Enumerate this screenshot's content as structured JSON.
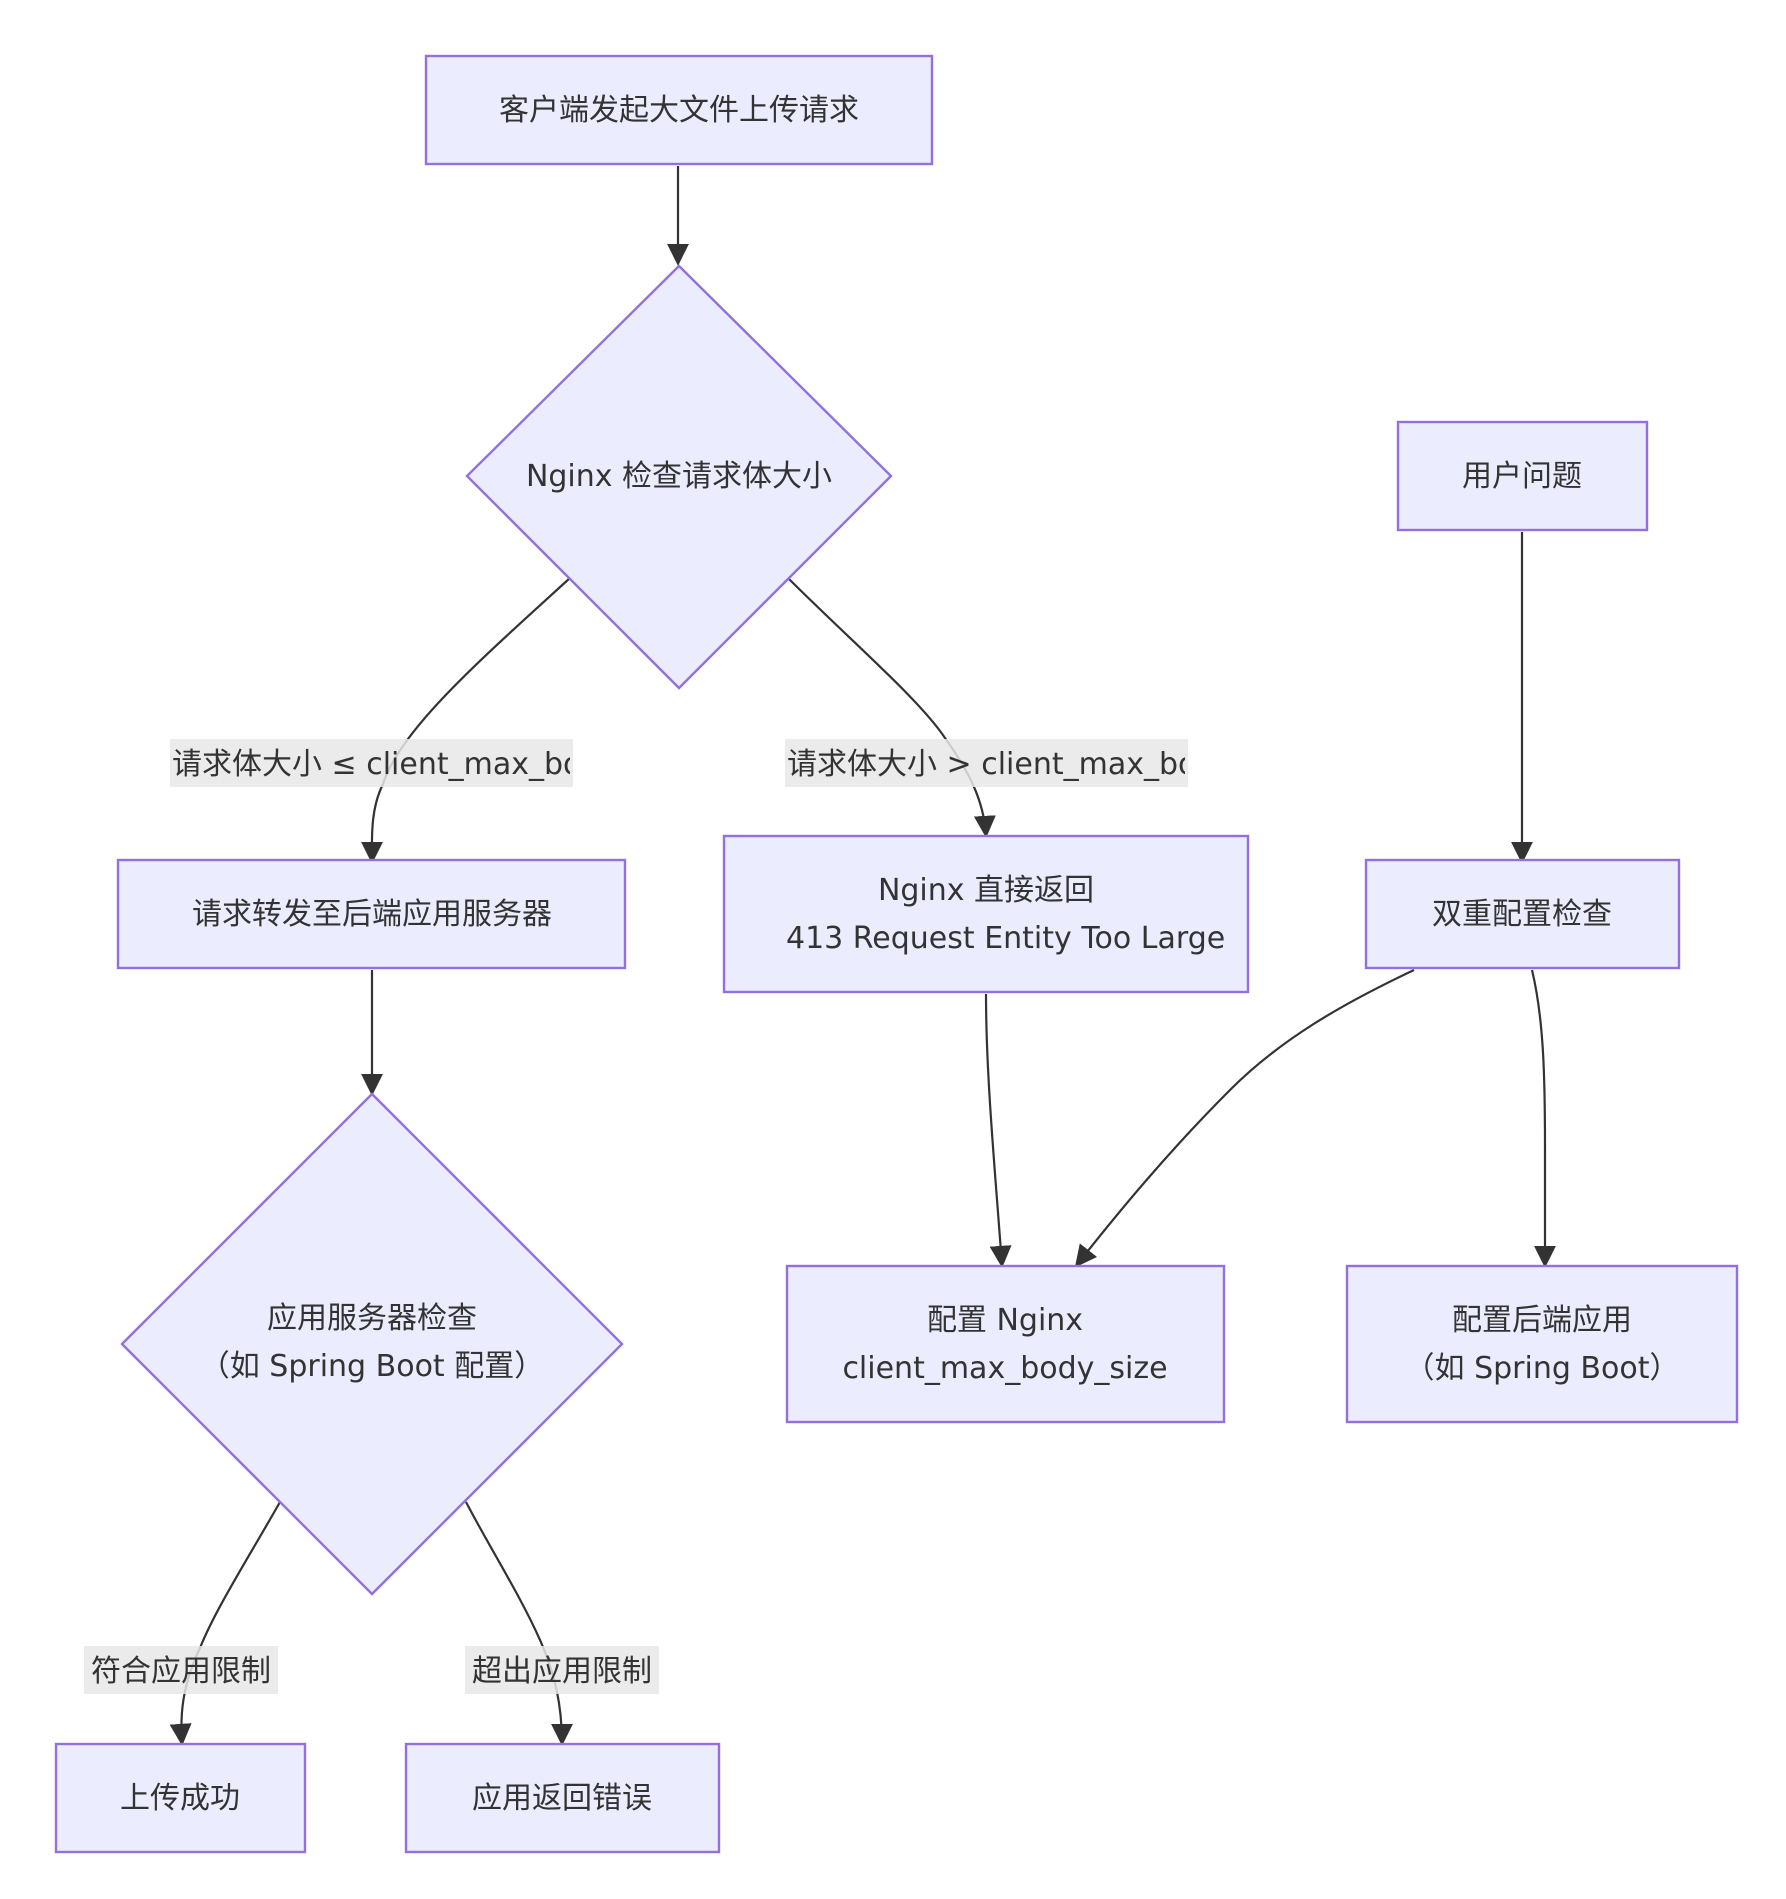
{
  "diagram": {
    "nodes": {
      "start": {
        "lines": [
          "客户端发起大文件上传请求"
        ]
      },
      "nginx_check": {
        "lines": [
          "Nginx 检查请求体大小"
        ]
      },
      "user_issue": {
        "lines": [
          "用户问题"
        ]
      },
      "forward": {
        "lines": [
          "请求转发至后端应用服务器"
        ]
      },
      "nginx_413": {
        "lines": [
          "Nginx 直接返回",
          "413 Request Entity Too Large"
        ]
      },
      "double_check": {
        "lines": [
          "双重配置检查"
        ]
      },
      "app_check": {
        "lines": [
          "应用服务器检查",
          "（如 Spring Boot 配置）"
        ]
      },
      "config_nginx": {
        "lines": [
          "配置 Nginx",
          "client_max_body_size"
        ]
      },
      "config_backend": {
        "lines": [
          "配置后端应用",
          "（如 Spring Boot）"
        ]
      },
      "upload_ok": {
        "lines": [
          "上传成功"
        ]
      },
      "app_error": {
        "lines": [
          "应用返回错误"
        ]
      }
    },
    "edge_labels": {
      "le": "请求体大小 ≤ client_max_body_size",
      "gt": "请求体大小 > client_max_body_size",
      "within": "符合应用限制",
      "exceed": "超出应用限制"
    }
  }
}
